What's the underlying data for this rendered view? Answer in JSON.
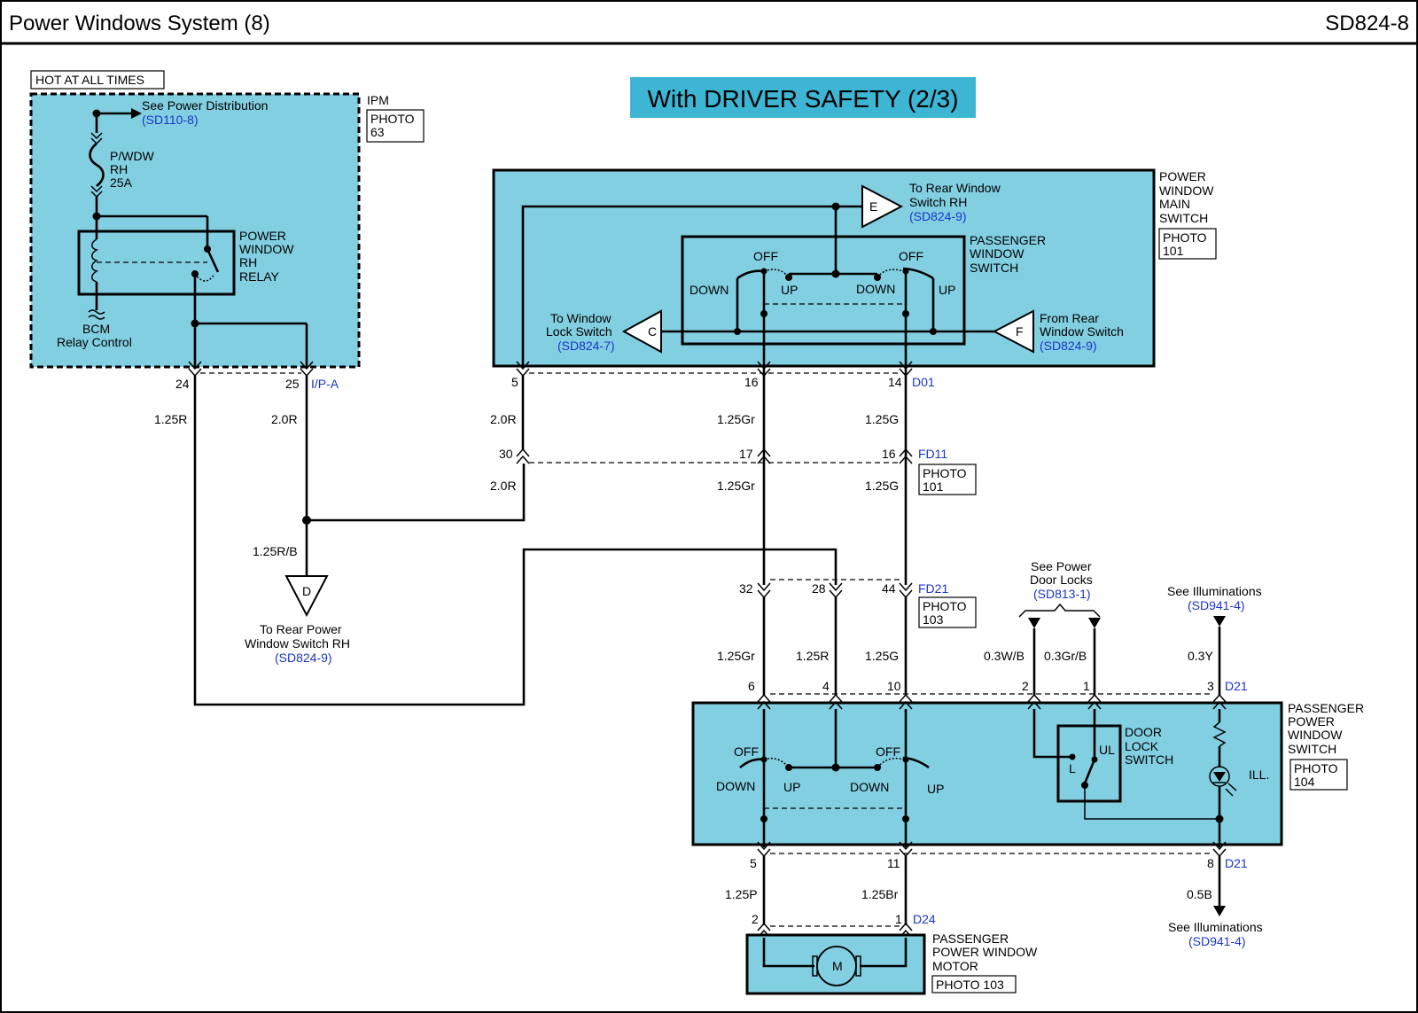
{
  "header": {
    "title": "Power Windows System (8)",
    "code": "SD824-8"
  },
  "banner": "With DRIVER SAFETY (2/3)",
  "colors": {
    "box_fill": "#82cfe2",
    "banner_fill": "#3cb6d4",
    "ref_text": "#1a35c8"
  },
  "ipm": {
    "hot_label": "HOT AT ALL TIMES",
    "name": "IPM",
    "photo": [
      "PHOTO",
      "63"
    ],
    "see_power": "See Power Distribution",
    "see_power_ref": "(SD110-8)",
    "fuse": [
      "P/WDW",
      "RH",
      "25A"
    ],
    "relay": [
      "POWER",
      "WINDOW",
      "RH",
      "RELAY"
    ],
    "bcm": [
      "BCM",
      "Relay Control"
    ],
    "pins": {
      "p24": "24",
      "p25": "25"
    },
    "connector": "I/P-A"
  },
  "main_switch": {
    "name": [
      "POWER",
      "WINDOW",
      "MAIN",
      "SWITCH"
    ],
    "photo": [
      "PHOTO",
      "101"
    ],
    "rear_rh": [
      "To Rear Window",
      "Switch RH"
    ],
    "rear_rh_ref": "(SD824-9)",
    "passenger": [
      "PASSENGER",
      "WINDOW",
      "SWITCH"
    ],
    "lock": [
      "To Window",
      "Lock Switch"
    ],
    "lock_ref": "(SD824-7)",
    "from_rear": [
      "From Rear",
      "Window Switch"
    ],
    "from_rear_ref": "(SD824-9)",
    "off": "OFF",
    "down": "DOWN",
    "up": "UP",
    "tag_e": "E",
    "tag_c": "C",
    "tag_f": "F",
    "pins": {
      "p5": "5",
      "p16": "16",
      "p14": "14"
    },
    "connector": "D01"
  },
  "wires": {
    "w1_25R": "1.25R",
    "w2_0R": "2.0R",
    "w2_0R_b": "2.0R",
    "w2_0R_c": "2.0R",
    "w1_25Gr_a": "1.25Gr",
    "w1_25Gr_b": "1.25Gr",
    "w1_25G_a": "1.25G",
    "w1_25G_b": "1.25G",
    "w1_25RB": "1.25R/B",
    "w1_25Gr_c": "1.25Gr",
    "w1_25R_c": "1.25R",
    "w1_25G_c": "1.25G",
    "w0_3WB": "0.3W/B",
    "w0_3GrB": "0.3Gr/B",
    "w0_3Y": "0.3Y",
    "w1_25P": "1.25P",
    "w1_25Br": "1.25Br",
    "w0_5B": "0.5B"
  },
  "fd11": {
    "pins": {
      "p30": "30",
      "p17": "17",
      "p16": "16"
    },
    "connector": "FD11",
    "photo": [
      "PHOTO",
      "101"
    ]
  },
  "fd21": {
    "pins": {
      "p32": "32",
      "p28": "28",
      "p44": "44"
    },
    "connector": "FD21",
    "photo": [
      "PHOTO",
      "103"
    ]
  },
  "rear_rh": {
    "tag": "D",
    "text": [
      "To Rear Power",
      "Window Switch  RH"
    ],
    "ref": "(SD824-9)"
  },
  "door_locks": {
    "text": [
      "See Power",
      "Door Locks"
    ],
    "ref": "(SD813-1)"
  },
  "illum_top": {
    "text": "See Illuminations",
    "ref": "(SD941-4)"
  },
  "illum_bottom": {
    "text": "See Illuminations",
    "ref": "(SD941-4)"
  },
  "pass_switch": {
    "pins_top": {
      "p6": "6",
      "p4": "4",
      "p10": "10",
      "p2": "2",
      "p1": "1",
      "p3": "3"
    },
    "connector_top": "D21",
    "name": [
      "PASSENGER",
      "POWER",
      "WINDOW",
      "SWITCH"
    ],
    "photo": [
      "PHOTO",
      "104"
    ],
    "door_lock": [
      "DOOR",
      "LOCK",
      "SWITCH"
    ],
    "ul": "UL",
    "l": "L",
    "ill": "ILL.",
    "off": "OFF",
    "down": "DOWN",
    "up": "UP",
    "pins_bottom": {
      "p5": "5",
      "p11": "11",
      "p8": "8"
    },
    "connector_bottom": "D21"
  },
  "motor": {
    "pins": {
      "p2": "2",
      "p1": "1"
    },
    "connector": "D24",
    "symbol": "M",
    "name": [
      "PASSENGER",
      "POWER WINDOW",
      "MOTOR"
    ],
    "photo": "PHOTO 103"
  }
}
